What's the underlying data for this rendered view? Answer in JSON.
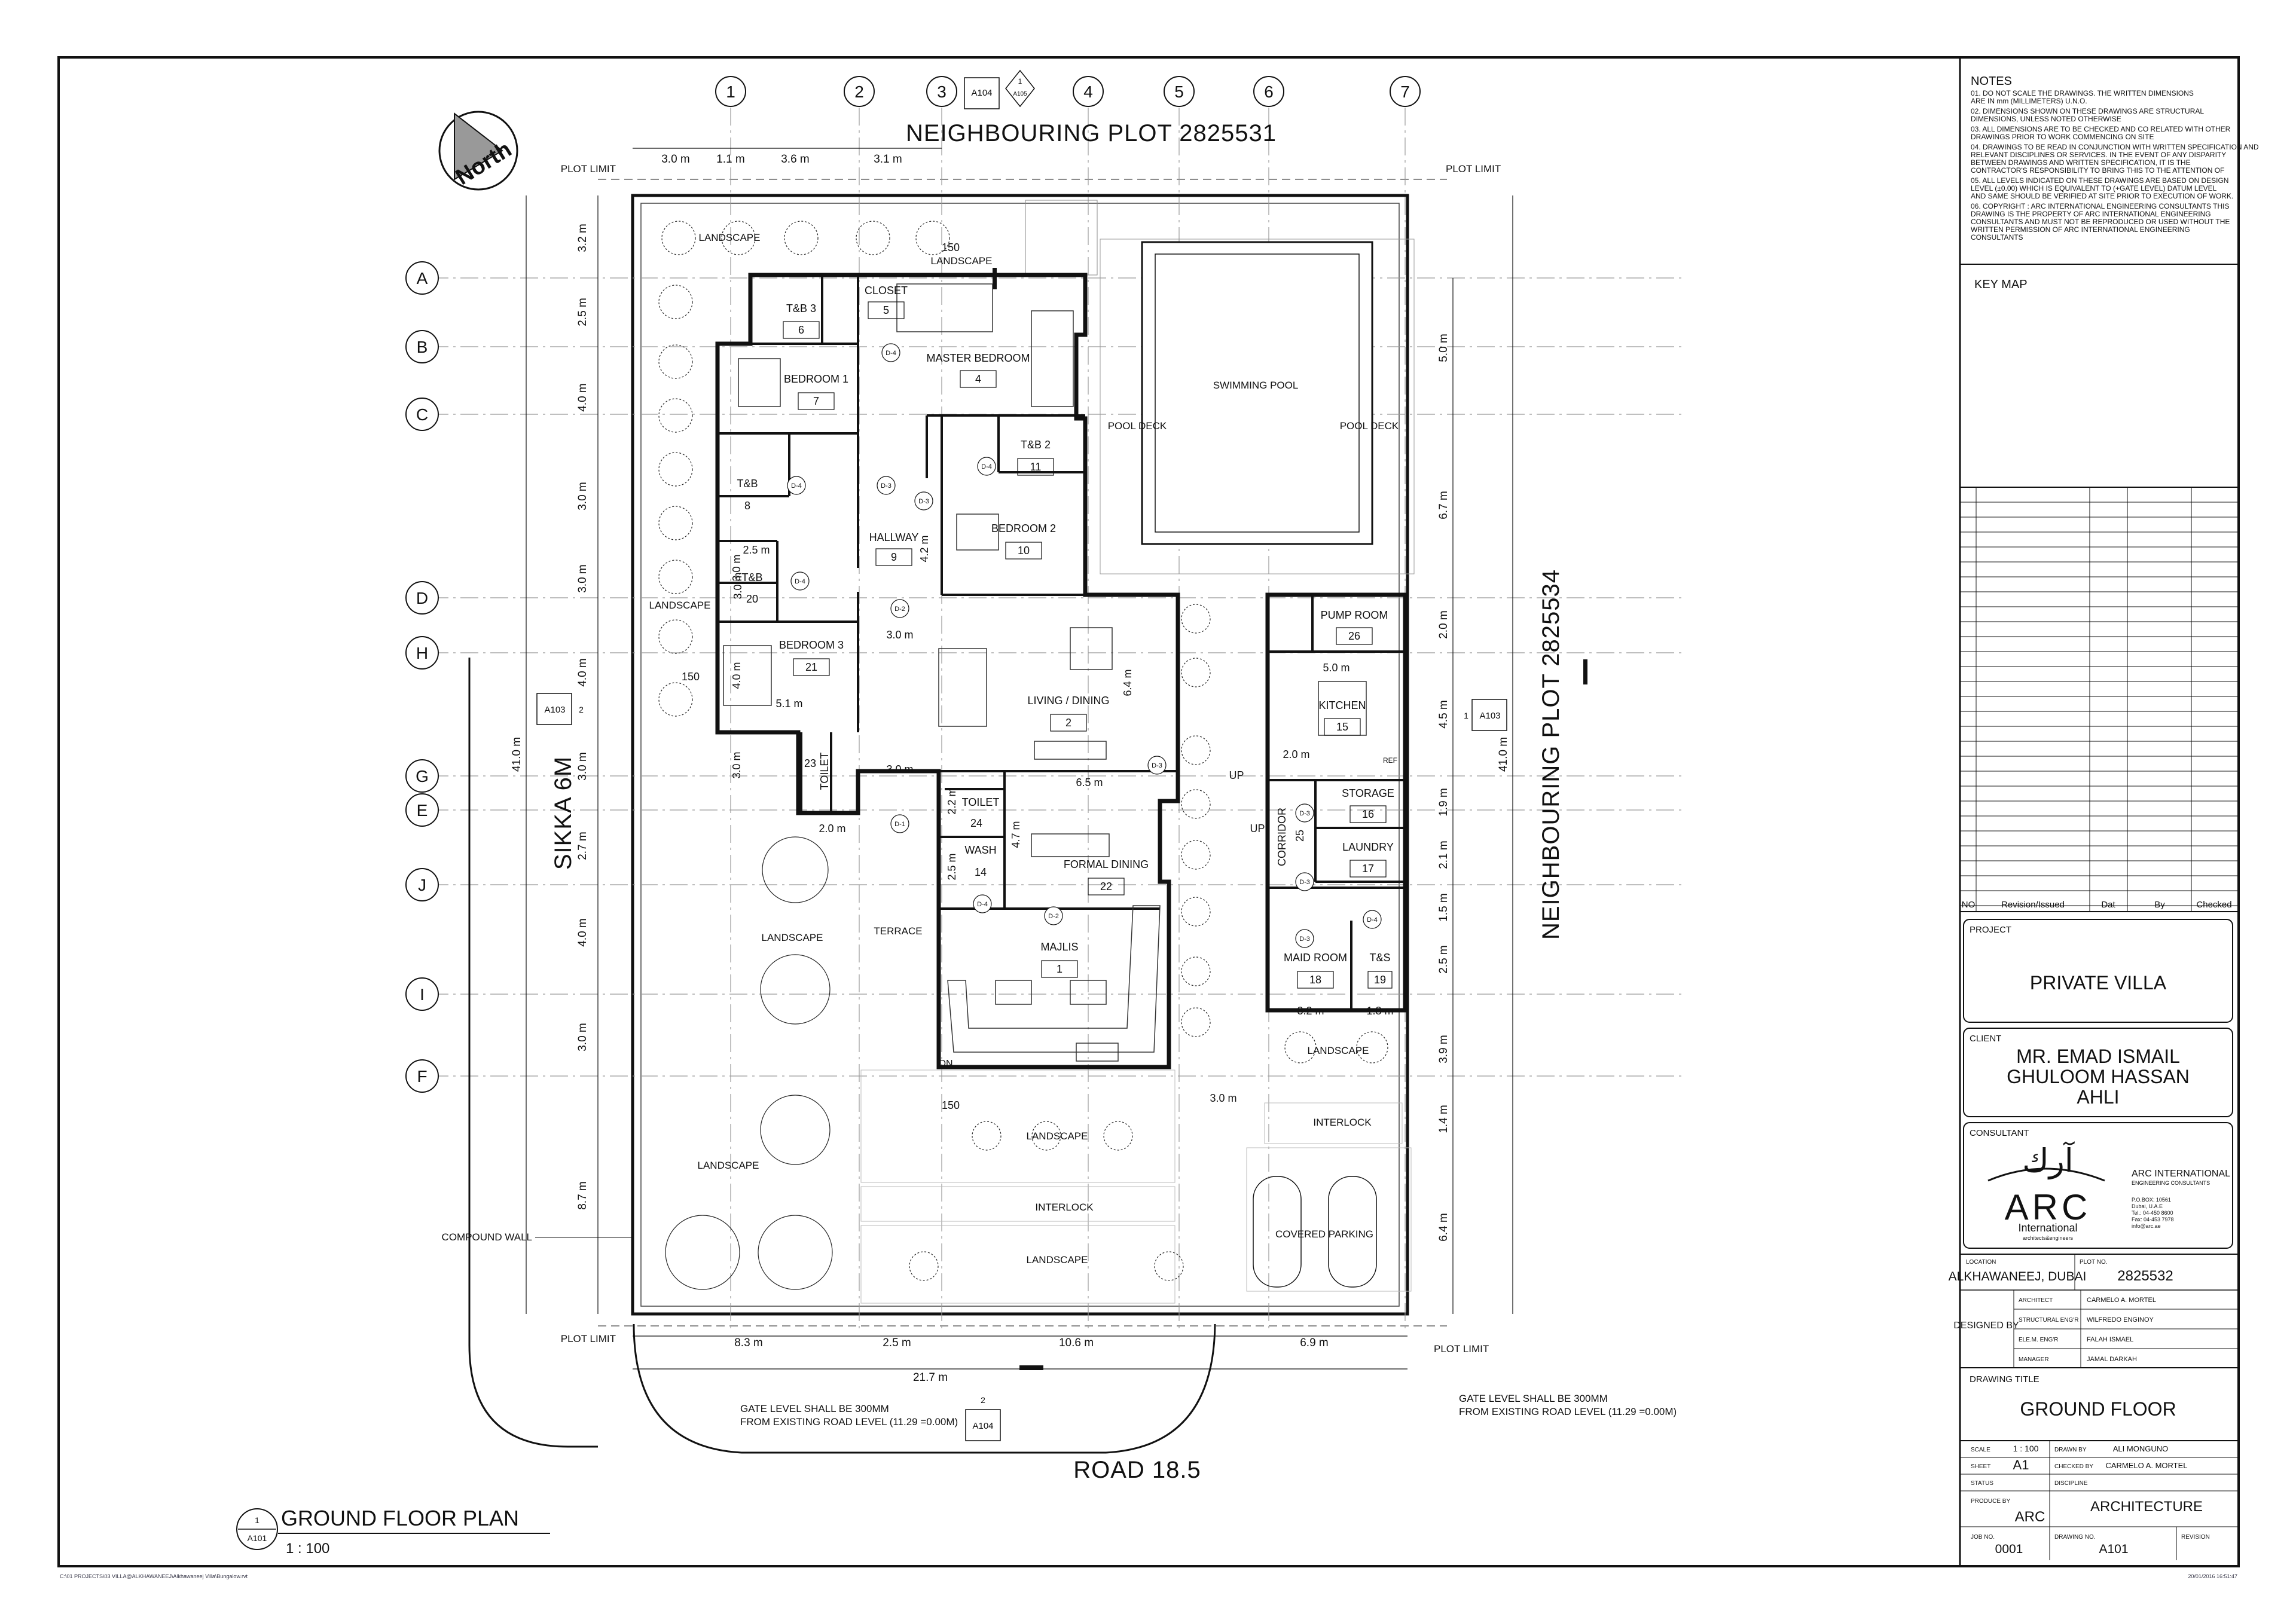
{
  "plan": {
    "title": "GROUND FLOOR PLAN",
    "scale": "1 : 100",
    "callout_num": "1",
    "callout_sheet": "A101",
    "north": "North",
    "road": "ROAD 18.5",
    "neighbour_north": "NEIGHBOURING PLOT  2825531",
    "neighbour_east": "NEIGHBOURING PLOT 2825534",
    "sikka": "SIKKA 6M",
    "plot_limit": "PLOT LIMIT",
    "compound_wall": "COMPOUND WALL",
    "gate_note_l1": "GATE LEVEL SHALL BE 300MM",
    "gate_note_l2": "FROM EXISTING ROAD LEVEL (11.29 =0.00M)"
  },
  "grid_columns": [
    "1",
    "2",
    "3",
    "4",
    "5",
    "6",
    "7"
  ],
  "grid_rows": [
    "A",
    "B",
    "C",
    "D",
    "H",
    "G",
    "E",
    "J",
    "I",
    "F"
  ],
  "top_dims": [
    "3.0 m",
    "1.1 m",
    "3.6 m",
    "3.1 m"
  ],
  "bottom_dims": [
    "8.3 m",
    "2.5 m",
    "10.6 m",
    "6.9 m"
  ],
  "overall_width": "21.7 m",
  "overall_depth": "41.0 m",
  "left_dims": [
    "3.2 m",
    "2.5 m",
    "4.0 m",
    "3.0 m",
    "3.0 m",
    "4.0 m",
    "3.0 m",
    "2.7 m",
    "4.0 m",
    "3.0 m",
    "8.7 m"
  ],
  "right_dims": [
    "5.0 m",
    "6.7 m",
    "2.0 m",
    "4.5 m",
    "1.9 m",
    "2.1 m",
    "1.5 m",
    "2.5 m",
    "3.9 m",
    "1.4 m",
    "6.4 m"
  ],
  "rooms": [
    {
      "name": "T&B 3",
      "num": "6"
    },
    {
      "name": "CLOSET",
      "num": "5"
    },
    {
      "name": "MASTER BEDROOM",
      "num": "4"
    },
    {
      "name": "BEDROOM 1",
      "num": "7"
    },
    {
      "name": "T&B 2",
      "num": "11"
    },
    {
      "name": "T&B",
      "num": "8"
    },
    {
      "name": "HALLWAY",
      "num": "9"
    },
    {
      "name": "BEDROOM 2",
      "num": "10"
    },
    {
      "name": "T&B",
      "num": "20"
    },
    {
      "name": "BEDROOM 3",
      "num": "21"
    },
    {
      "name": "LIVING / DINING",
      "num": "2"
    },
    {
      "name": "PUMP ROOM",
      "num": "26"
    },
    {
      "name": "KITCHEN",
      "num": "15"
    },
    {
      "name": "TOILET",
      "num": "23"
    },
    {
      "name": "TOILET",
      "num": "24"
    },
    {
      "name": "WASH",
      "num": "14"
    },
    {
      "name": "FORMAL DINING",
      "num": "22"
    },
    {
      "name": "STORAGE",
      "num": "16"
    },
    {
      "name": "LAUNDRY",
      "num": "17"
    },
    {
      "name": "CORRIDOR",
      "num": "25"
    },
    {
      "name": "MAJLIS",
      "num": "1"
    },
    {
      "name": "MAID ROOM",
      "num": "18"
    },
    {
      "name": "T&S",
      "num": "19"
    }
  ],
  "outdoor_labels": {
    "landscape": "LANDSCAPE",
    "swimming_pool": "SWIMMING POOL",
    "pool_deck": "POOL DECK",
    "terrace": "TERRACE",
    "interlock": "INTERLOCK",
    "covered_parking": "COVERED PARKING",
    "up": "UP",
    "dn": "DN",
    "refrig": "REF"
  },
  "inner_dims": [
    "2.5 m",
    "3.0 m",
    "3.0 m",
    "5.1 m",
    "4.2 m",
    "6.4 m",
    "3.0 m",
    "6.5 m",
    "4.7 m",
    "2.0 m",
    "5.0 m",
    "2.0 m",
    "3.2 m",
    "1.8 m",
    "3.0 m",
    "150",
    "150",
    "150",
    "2.2 m",
    "2.5 m",
    "3.0 m",
    "4.0 m",
    "3.0 m"
  ],
  "door_tags": [
    "D-1",
    "D-2",
    "D-3",
    "D-4"
  ],
  "section_marks": [
    {
      "sheet": "A104",
      "num": "1",
      "ref": "A105"
    },
    {
      "sheet": "A103",
      "num": "2"
    },
    {
      "sheet": "A103",
      "num": "1"
    },
    {
      "sheet": "A104",
      "num": "2"
    }
  ],
  "notes": {
    "heading": "NOTES",
    "items": [
      "01. DO NOT SCALE THE DRAWINGS.  THE WRITTEN DIMENSIONS",
      "     ARE IN mm (MILLIMETERS) U.N.O.",
      "02. DIMENSIONS SHOWN ON THESE DRAWINGS ARE STRUCTURAL",
      "     DIMENSIONS, UNLESS NOTED OTHERWISE",
      "03. ALL DIMENSIONS ARE TO BE CHECKED AND CO RELATED WITH OTHER",
      "     DRAWINGS PRIOR TO WORK COMMENCING ON SITE",
      "04. DRAWINGS TO BE READ IN CONJUNCTION WITH WRITTEN SPECIFICATION AND",
      "     RELEVANT DISCIPLINES OR SERVICES.  IN THE EVENT OF ANY DISPARITY",
      "     BETWEEN DRAWINGS AND WRITTEN SPECIFICATION, IT IS THE",
      "     CONTRACTOR'S RESPONSIBILITY TO BRING THIS TO THE ATTENTION OF",
      "05. ALL LEVELS INDICATED ON THESE DRAWINGS ARE BASED ON DESIGN",
      "     LEVEL (±0.00) WHICH IS EQUIVALENT TO (+GATE LEVEL) DATUM LEVEL",
      "     AND SAME SHOULD BE VERIFIED AT SITE PRIOR TO EXECUTION OF WORK.",
      "06. COPYRIGHT : ARC INTERNATIONAL ENGINEERING CONSULTANTS THIS",
      "     DRAWING IS THE PROPERTY OF ARC INTERNATIONAL ENGINEERING",
      "     CONSULTANTS AND MUST NOT BE REPRODUCED OR USED WITHOUT THE",
      "     WRITTEN PERMISSION OF ARC INTERNATIONAL ENGINEERING",
      "     CONSULTANTS"
    ]
  },
  "key_map": "KEY MAP",
  "revision_table": {
    "headers": [
      "NO",
      "Revision/Issued",
      "Dat",
      "By",
      "Checked"
    ]
  },
  "title_block": {
    "project_label": "PROJECT",
    "project": "PRIVATE VILLA",
    "client_label": "CLIENT",
    "client_lines": [
      "MR. EMAD ISMAIL",
      "GHULOOM HASSAN",
      "AHLI"
    ],
    "consultant_label": "CONSULTANT",
    "logo_arabic": "آرك",
    "logo_text": "ARC",
    "logo_sub": "International",
    "logo_tagline": "architects&engineers",
    "consultant_name": "ARC INTERNATIONAL",
    "consultant_sub": "ENGINEERING CONSULTANTS",
    "consultant_address": [
      "P.O.BOX: 10561",
      "Dubai, U.A.E",
      "Tel.: 04-450 8600",
      "Fax: 04-453 7978",
      "info@arc.ae"
    ],
    "location_label": "LOCATION",
    "location": "ALKHAWANEEJ, DUBAI",
    "plot_label": "PLOT  NO.",
    "plot": "2825532",
    "designed_by": "DESIGNED BY",
    "team": [
      {
        "role": "ARCHITECT",
        "name": "CARMELO A. MORTEL"
      },
      {
        "role": "STRUCTURAL ENG'R",
        "name": "WILFREDO ENGINOY"
      },
      {
        "role": "ELE.M. ENG'R",
        "name": "FALAH ISMAEL"
      },
      {
        "role": "MANAGER",
        "name": "JAMAL DARKAH"
      }
    ],
    "drawing_title_label": "DRAWING TITLE",
    "drawing_title": "GROUND FLOOR",
    "scale_label": "SCALE",
    "scale": "1 : 100",
    "drawn_by_label": "DRAWN BY",
    "drawn_by": "ALI MONGUNO",
    "sheet_label": "SHEET",
    "sheet": "A1",
    "checked_by_label": "CHECKED  BY",
    "checked_by": "CARMELO A. MORTEL",
    "status_label": "STATUS",
    "discipline_label": "DISCIPLINE",
    "produce_label": "PRODUCE  BY",
    "produce": "ARC",
    "discipline": "ARCHITECTURE",
    "job_label": "JOB  NO.",
    "job": "0001",
    "drawing_no_label": "DRAWING  NO.",
    "drawing_no": "A101",
    "revision_label": "REVISION"
  },
  "footer": {
    "path": "C:\\01 PROJECTS\\03 VILLA@ALKHAWANEEJ\\Alkhawaneej Villa\\Bungalow.rvt",
    "timestamp": "20/01/2016 16:51:47"
  }
}
